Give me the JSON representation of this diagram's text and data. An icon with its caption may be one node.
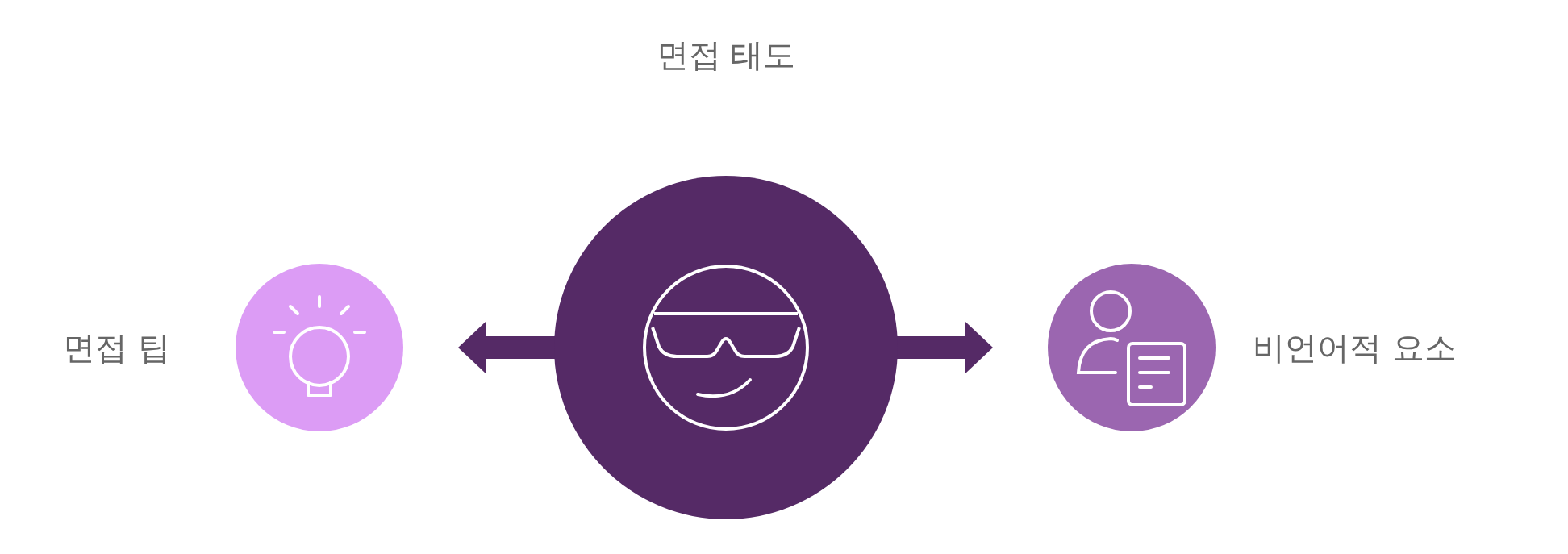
{
  "diagram": {
    "nodes": [
      {
        "text": [
          "면접 태도"
        ]
      },
      {
        "text": [
          "면접 팁"
        ]
      },
      {
        "text": [
          "비언어적 요소"
        ]
      }
    ],
    "edges": [
      {
        "from": 0,
        "to": 1,
        "arrow": "to"
      },
      {
        "from": 0,
        "to": 2,
        "arrow": "to"
      }
    ]
  }
}
